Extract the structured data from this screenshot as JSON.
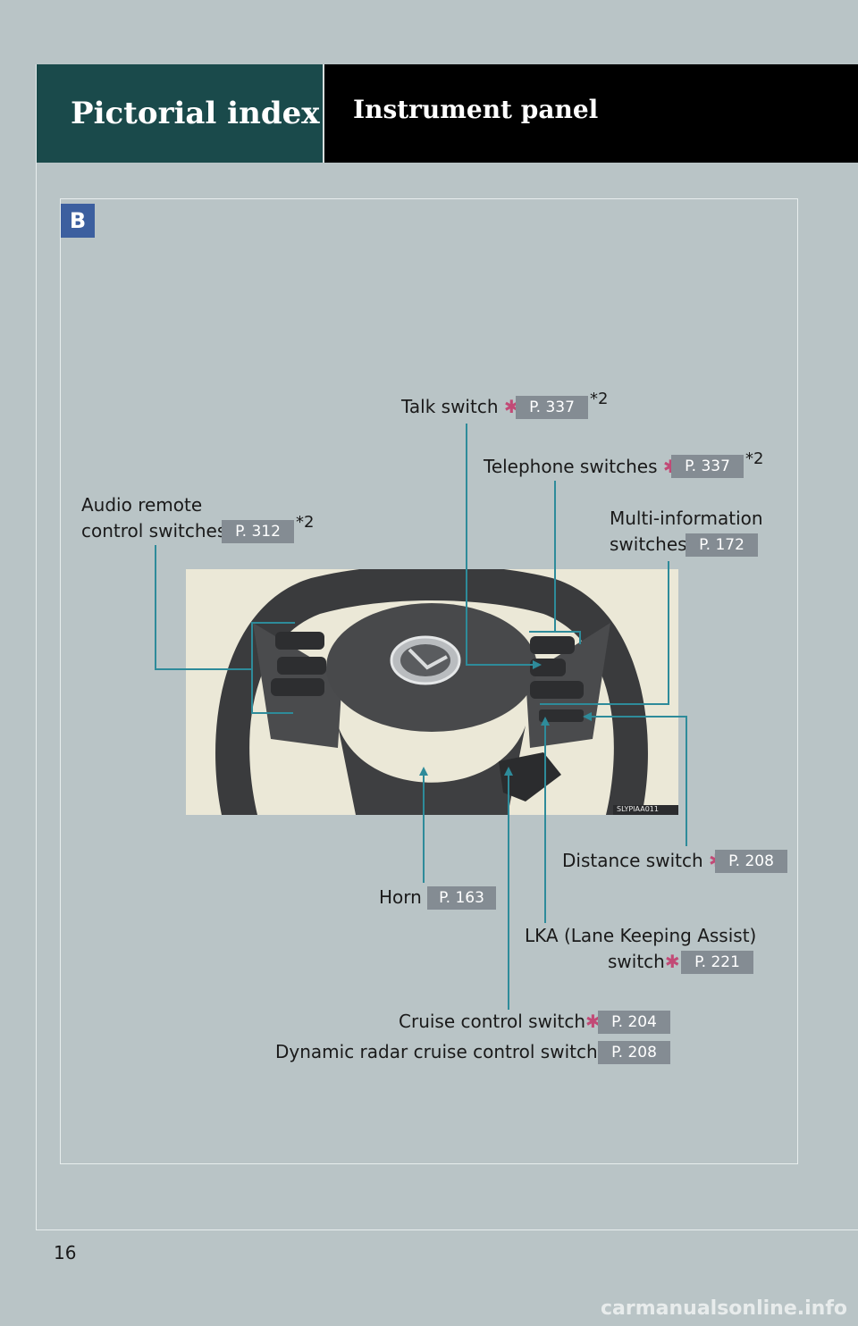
{
  "header": {
    "section": "Pictorial index",
    "title": "Instrument panel"
  },
  "badge": "B",
  "labels": {
    "talk": {
      "text": "Talk switch",
      "page": "P. 337",
      "note": "*2"
    },
    "telephone": {
      "text": "Telephone switches",
      "page": "P. 337",
      "note": "*2"
    },
    "audio": {
      "line1": "Audio remote",
      "line2": "control switches",
      "page": "P. 312",
      "note": "*2"
    },
    "multi": {
      "line1": "Multi-information",
      "line2": "switches",
      "page": "P. 172"
    },
    "distance": {
      "text": "Distance switch",
      "page": "P. 208"
    },
    "horn": {
      "text": "Horn",
      "page": "P. 163"
    },
    "lka": {
      "line1": "LKA (Lane Keeping Assist)",
      "line2": "switch",
      "page": "P. 221"
    },
    "cruise": {
      "text": "Cruise control switch",
      "page": "P. 204"
    },
    "radar": {
      "text": "Dynamic radar cruise control switch",
      "page": "P. 208"
    }
  },
  "star_symbol": "✱",
  "photo_code": "SLYPIAA011",
  "page_number": "16",
  "watermark": "carmanualsonline.info",
  "colors": {
    "header_left": "#1a4a4b",
    "header_right": "#000000",
    "leader_line": "#2e8b9a",
    "star": "#c24a76",
    "badge": "#3c5f9f",
    "page_ref": "#848c93"
  }
}
